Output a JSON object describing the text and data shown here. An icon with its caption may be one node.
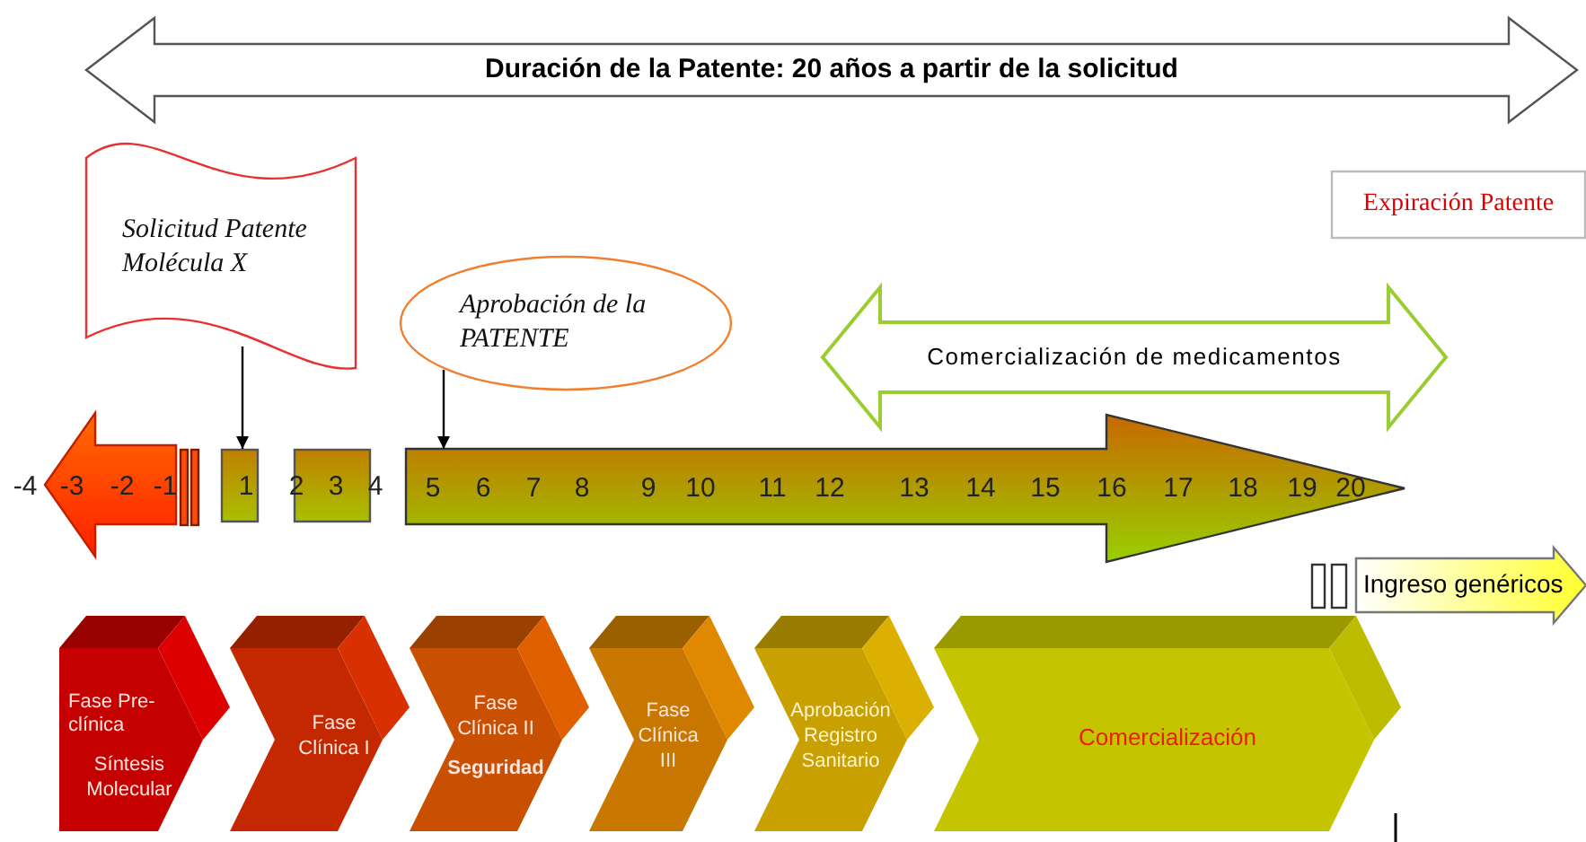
{
  "diagram": {
    "nodes": [
      {
        "text": [
          "Duración de la Patente: 20 años a partir de la solicitud"
        ]
      },
      {
        "text": [
          "Solicitud Patente Molécula X"
        ]
      },
      {
        "text": [
          "Expiración Patente"
        ]
      },
      {
        "text": [
          "Aprobación de la PATENTE"
        ]
      },
      {
        "text": [
          "Comercialización de medicamentos"
        ]
      },
      {
        "text": [
          "-4",
          "-3",
          "-2",
          "-1"
        ]
      },
      {
        "text": [],
        "shape": "bar"
      },
      {
        "text": [],
        "shape": "bar"
      },
      {
        "text": [
          "1"
        ]
      },
      {
        "text": [
          "2",
          "3",
          "4"
        ]
      },
      {
        "text": [
          "5",
          "6",
          "7",
          "8",
          "9",
          "10",
          "11",
          "12",
          "13",
          "14",
          "15",
          "16",
          "17",
          "18",
          "19",
          "20"
        ]
      },
      {
        "text": [],
        "shape": "bar"
      },
      {
        "text": [],
        "shape": "bar"
      },
      {
        "text": [
          "Ingreso genéricos"
        ]
      },
      {
        "text": [
          "Fase Pre-clínica",
          "Síntesis Molecular"
        ]
      },
      {
        "text": [
          "Fase Clínica I"
        ]
      },
      {
        "text": [
          "Fase Clínica II",
          "Seguridad"
        ]
      },
      {
        "text": [
          "Fase Clínica III"
        ]
      },
      {
        "text": [
          "Aprobación Registro Sanitario"
        ]
      },
      {
        "text": [
          "Comercialización"
        ]
      }
    ],
    "edges": [
      {
        "from": 1,
        "to": 8,
        "arrow": "to"
      },
      {
        "from": 3,
        "to": 10,
        "arrow": "to"
      }
    ]
  }
}
